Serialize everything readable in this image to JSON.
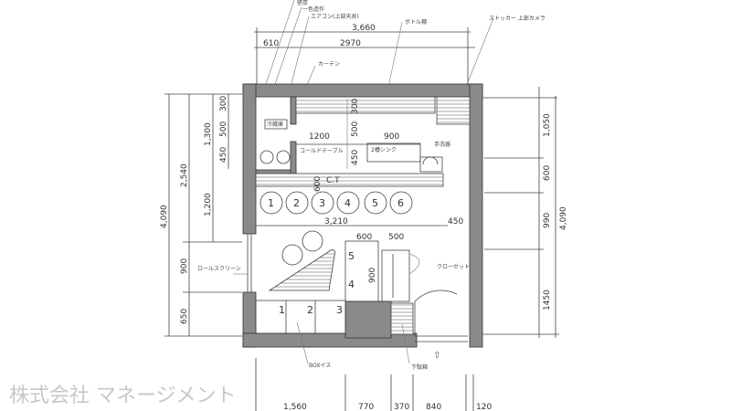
{
  "watermark": "株式会社 マネージメント",
  "labels": {
    "top1": "壁厚",
    "top2": "一色造作",
    "top3": "エアコン(上部天井)",
    "top4": "ボトル棚",
    "stocker": "ストッカー 上部カメラ",
    "curtain": "カーテン",
    "refrigerator": "冷蔵庫",
    "cold_table": "コールドテーブル",
    "sink": "2槽シンク",
    "hand_wash": "手洗器",
    "counter": "C.T",
    "roll_screen": "ロールスクリーン",
    "closet": "クローゼット",
    "box_chair": "BOXイス",
    "shoe": "下駄箱"
  },
  "dimensions": {
    "top_total": "3,660",
    "top_left": "610",
    "top_inner": "2970",
    "h1200": "1200",
    "h900": "900",
    "v300": "300",
    "v500": "500",
    "v450": "450",
    "v600": "600",
    "mid_width": "3,210",
    "mid_right": "450",
    "closet_600": "600",
    "closet_500": "500",
    "closet_900": "900",
    "left_total": "4,090",
    "left_2540": "2,540",
    "left_1300": "1,300",
    "left_1200": "1,200",
    "left_900": "900",
    "left_650": "650",
    "left_300": "300",
    "left_500": "500",
    "left_450": "450",
    "right_total": "4,090",
    "right_1050": "1,050",
    "right_600": "600",
    "right_990": "990",
    "right_1450": "1450",
    "bottom_1560": "1,560",
    "bottom_770": "770",
    "bottom_370": "370",
    "bottom_840": "840",
    "bottom_120": "120"
  },
  "counter_seats": [
    "1",
    "2",
    "3",
    "4",
    "5",
    "6"
  ],
  "box_seats": [
    "1",
    "2",
    "3",
    "4",
    "5"
  ]
}
